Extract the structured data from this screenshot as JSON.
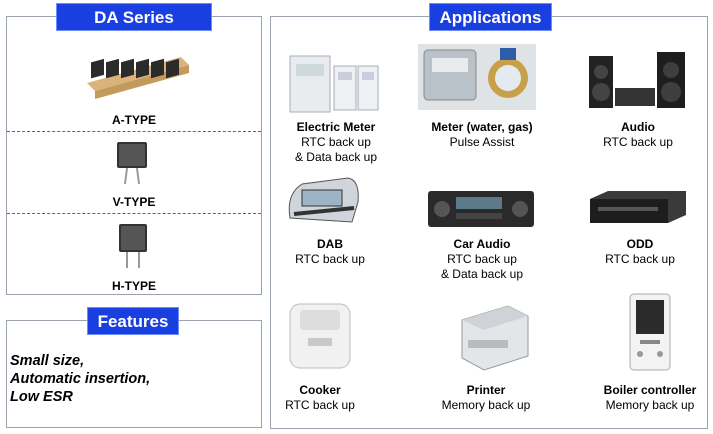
{
  "series": {
    "title": "DA Series",
    "types": [
      "A-TYPE",
      "V-TYPE",
      "H-TYPE"
    ]
  },
  "features": {
    "title": "Features",
    "lines": [
      "Small size,",
      "Automatic insertion,",
      "Low ESR"
    ]
  },
  "applications": {
    "title": "Applications",
    "items": [
      {
        "name": "Electric Meter",
        "desc": [
          "RTC back up",
          "& Data back up"
        ],
        "icon": "electric-meter-icon"
      },
      {
        "name": "Meter (water, gas)",
        "desc": [
          "Pulse Assist"
        ],
        "icon": "gas-water-meter-icon"
      },
      {
        "name": "Audio",
        "desc": [
          "RTC back up"
        ],
        "icon": "audio-system-icon"
      },
      {
        "name": "DAB",
        "desc": [
          "RTC back up"
        ],
        "icon": "dab-radio-icon"
      },
      {
        "name": "Car Audio",
        "desc": [
          "RTC back up",
          "& Data back up"
        ],
        "icon": "car-audio-icon"
      },
      {
        "name": "ODD",
        "desc": [
          "RTC back up"
        ],
        "icon": "optical-drive-icon"
      },
      {
        "name": "Cooker",
        "desc": [
          "RTC back up"
        ],
        "icon": "cooker-icon"
      },
      {
        "name": "Printer",
        "desc": [
          "Memory back up"
        ],
        "icon": "printer-icon"
      },
      {
        "name": "Boiler controller",
        "desc": [
          "Memory back up"
        ],
        "icon": "boiler-controller-icon"
      }
    ]
  },
  "colors": {
    "badge": "#1a3fe0",
    "border": "#9aa3ad",
    "divider": "#3b64c4"
  }
}
